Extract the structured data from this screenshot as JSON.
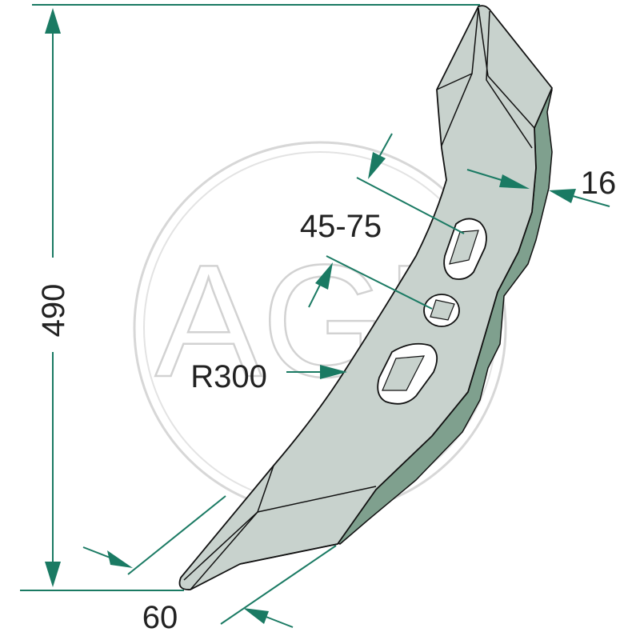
{
  "watermark": {
    "text": "AGP"
  },
  "dimensions": {
    "height": "490",
    "bottom_width": "60",
    "thickness": "16",
    "hole_spacing": "45-75",
    "radius": "R300"
  },
  "colors": {
    "dimension_line": "#1a7a63",
    "part_fill": "#c8d2cd",
    "part_shade": "#7fa08e",
    "part_outline": "#111111",
    "watermark": "#d7d7d7"
  }
}
